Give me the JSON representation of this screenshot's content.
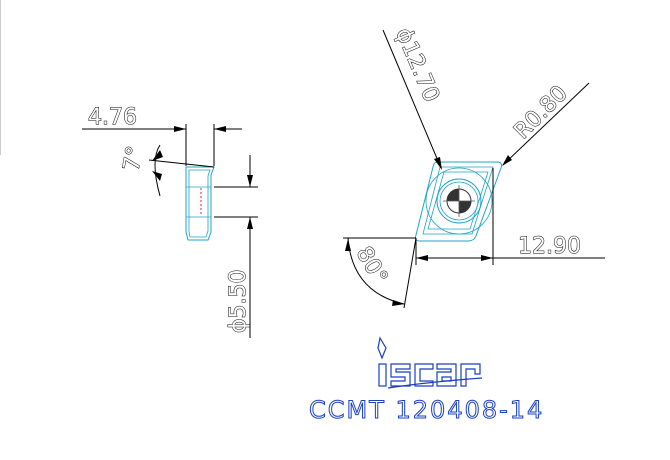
{
  "side_view": {
    "width_label": "4.76",
    "angle_label": "7°",
    "hole_label": "ϕ5.50"
  },
  "top_view": {
    "ic_label": "ϕ12.70",
    "radius_label": "R0.80",
    "length_label": "12.90",
    "angle_label": "80°"
  },
  "brand": {
    "logo_name": "iscar-logo",
    "part_number": "CCMT 120408-14",
    "color": "#1a3fbf"
  },
  "colors": {
    "part_outline": "#1fa4c8",
    "dimension": "#000000",
    "clearance_line": "#e0262a"
  }
}
